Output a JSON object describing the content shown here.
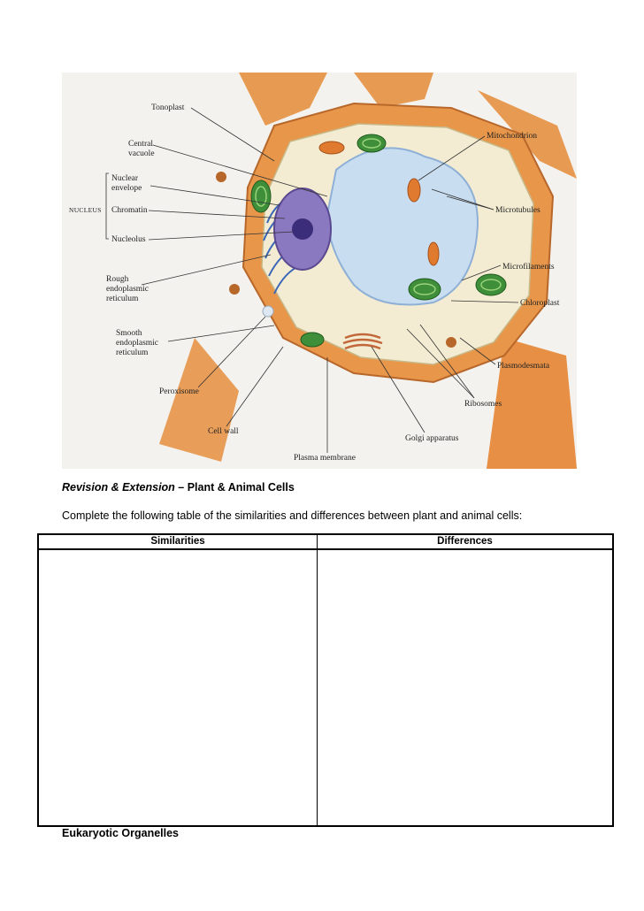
{
  "figure": {
    "labels": {
      "tonoplast": "Tonoplast",
      "central_vacuole_1": "Central",
      "central_vacuole_2": "vacuole",
      "nuclear_envelope_1": "Nuclear",
      "nuclear_envelope_2": "envelope",
      "nucleus": "NUCLEUS",
      "chromatin": "Chromatin",
      "nucleolus": "Nucleolus",
      "rough_er_1": "Rough",
      "rough_er_2": "endoplasmic",
      "rough_er_3": "reticulum",
      "smooth_er_1": "Smooth",
      "smooth_er_2": "endoplasmic",
      "smooth_er_3": "reticulum",
      "peroxisome": "Peroxisome",
      "cell_wall": "Cell wall",
      "plasma_membrane": "Plasma membrane",
      "golgi": "Golgi apparatus",
      "ribosomes": "Ribosomes",
      "plasmodesmata": "Plasmodesmata",
      "chloroplast": "Chloroplast",
      "microfilaments": "Microfilaments",
      "microtubules": "Microtubules",
      "mitochondrion": "Mitochondrion"
    }
  },
  "revision": {
    "heading_italic": "Revision & Extension",
    "heading_rest": " – Plant & Animal Cells",
    "instruction": "Complete the following table of the similarities and differences between plant and animal cells:"
  },
  "table": {
    "headers": [
      "Similarities",
      "Differences"
    ]
  },
  "section_heading": "Eukaryotic Organelles",
  "colors": {
    "cell_wall": "#e8964a",
    "cytoplasm": "#f3ecd2",
    "vacuole": "#c9ddf0",
    "nucleus": "#8a78c0",
    "chloroplast": "#3f8f3a",
    "mitochondrion": "#e07a2e"
  }
}
